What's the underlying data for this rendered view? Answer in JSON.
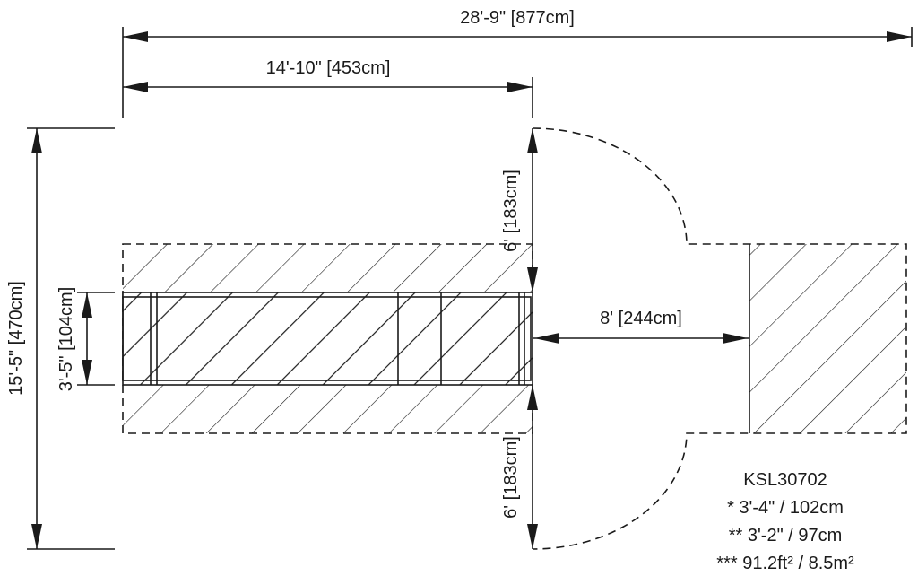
{
  "dimensions": {
    "overall_width": "28'-9\" [877cm]",
    "table_width": "14'-10\" [453cm]",
    "overall_depth": "15'-5\" [470cm]",
    "table_depth": "3'-5\" [104cm]",
    "upper_clearance": "6' [183cm]",
    "lower_clearance": "6' [183cm]",
    "gap_width": "8' [244cm]"
  },
  "info": {
    "model": "KSL30702",
    "note_1": "* 3'-4\" / 102cm",
    "note_2": "** 3'-2\" / 97cm",
    "note_3": "*** 91.2ft² / 8.5m²"
  }
}
